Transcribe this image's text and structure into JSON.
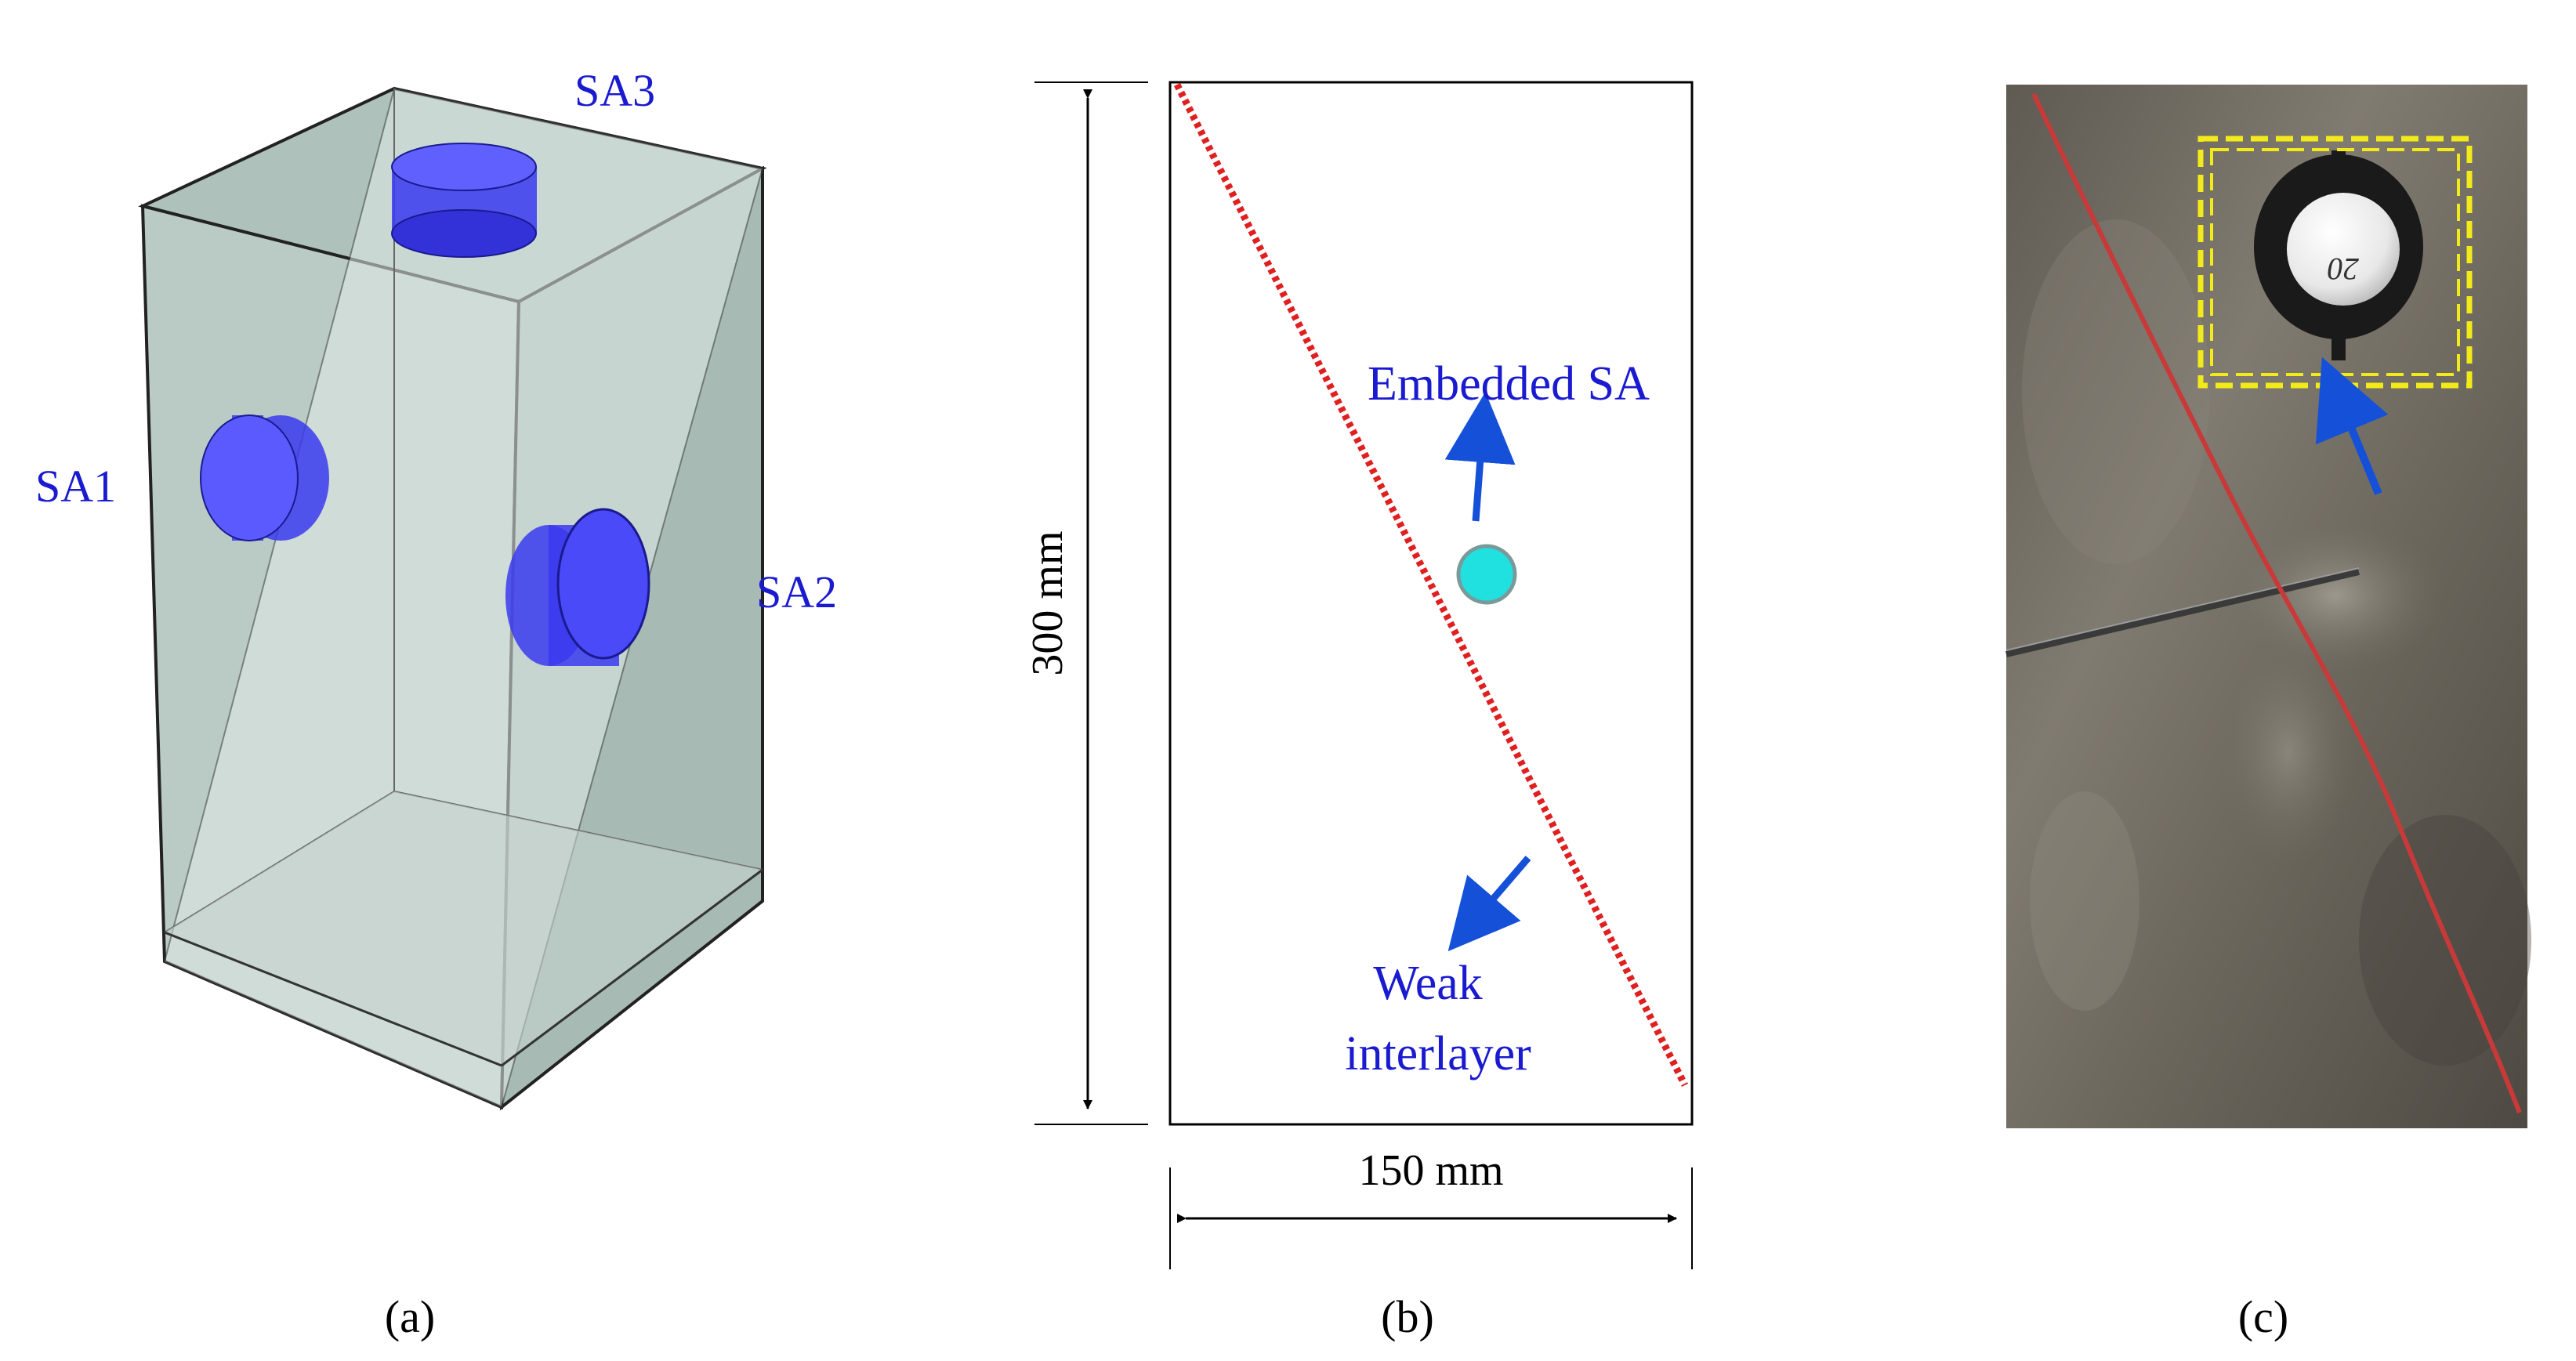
{
  "panel_a": {
    "caption": "(a)",
    "labels": {
      "sa1": "SA1",
      "sa2": "SA2",
      "sa3": "SA3"
    }
  },
  "panel_b": {
    "caption": "(b)",
    "height_dimension": "300 mm",
    "width_dimension": "150 mm",
    "embedded_sa_label": "Embedded SA",
    "weak_interlayer_label_line1": "Weak",
    "weak_interlayer_label_line2": "interlayer"
  },
  "panel_c": {
    "caption": "(c)",
    "sensor_marking": "20"
  },
  "colors": {
    "label_blue": "#1a1ad0",
    "sensor_blue": "#3a3af0",
    "block_fill": "#b9cbc4",
    "interlayer_red": "#e02020",
    "embedded_sa_cyan": "#20e0e0",
    "arrow_blue": "#1450d8",
    "highlight_yellow": "#f2ea1a",
    "concrete": "#6e6a60"
  }
}
